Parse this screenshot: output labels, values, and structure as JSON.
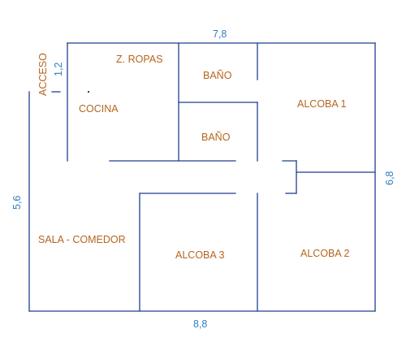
{
  "rooms": {
    "acceso": "ACCESO",
    "z_ropas": "Z. ROPAS",
    "bano_top": "BAÑO",
    "bano_mid": "BAÑO",
    "cocina": "COCINA",
    "alcoba_1": "ALCOBA 1",
    "sala_comedor": "SALA - COMEDOR",
    "alcoba_3": "ALCOBA 3",
    "alcoba_2": "ALCOBA 2"
  },
  "dimensions": {
    "top": "7,8",
    "bottom": "8,8",
    "left": "5,6",
    "right": "6,8",
    "access": "1,2"
  },
  "colors": {
    "walls": "#1f3f8f",
    "room_labels": "#b5651d",
    "dimension_labels": "#2f7fc1"
  }
}
